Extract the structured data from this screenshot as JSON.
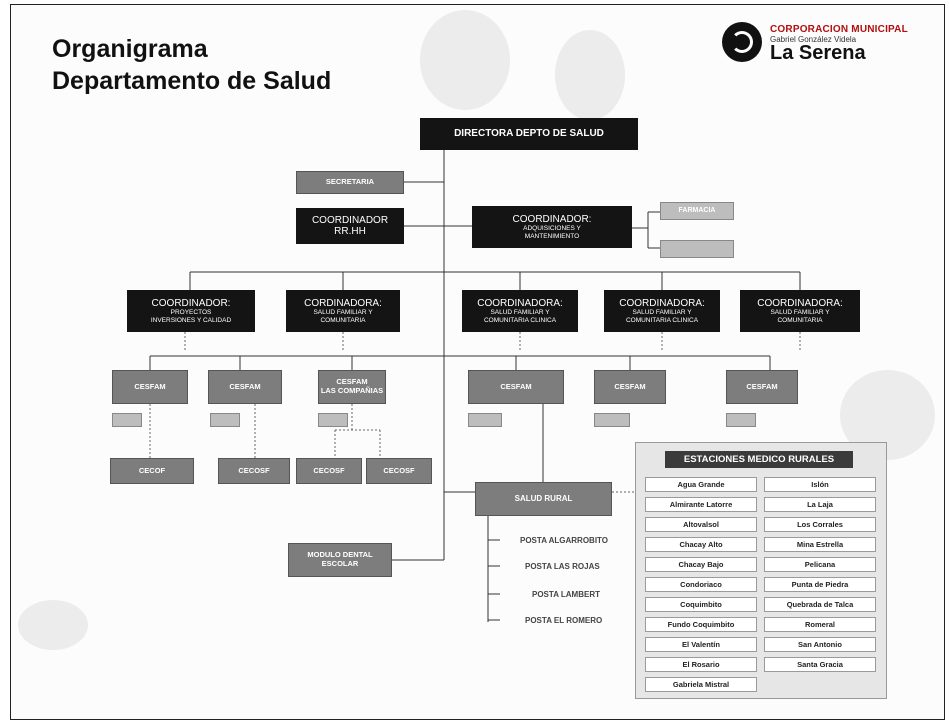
{
  "header": {
    "title_line1": "Organigrama",
    "title_line2": "Departamento de Salud"
  },
  "logo": {
    "line1": "CORPORACION MUNICIPAL",
    "line2": "Gabriel González Videla",
    "line3": "La Serena",
    "icon": "swirl-logo-icon"
  },
  "nodes": {
    "directora": "DIRECTORA DEPTO DE SALUD",
    "secretaria": "SECRETARIA",
    "coord_rrhh": {
      "l1": "COORDINADOR",
      "l2": "RR.HH"
    },
    "coord_adq": {
      "l1": "COORDINADOR:",
      "l2": "ADQUISICIONES Y",
      "l3": "MANTENIMIENTO"
    },
    "farmacia": "FARMACIA",
    "coord_proyectos": {
      "l1": "COORDINADOR:",
      "l2": "PROYECTOS",
      "l3": "INVERSIONES Y CALIDAD"
    },
    "coordinadora_1": {
      "l1": "CORDINADORA:",
      "l2": "SALUD FAMILIAR Y",
      "l3": "COMUNITARIA"
    },
    "coordinadora_2": {
      "l1": "COORDINADORA:",
      "l2": "SALUD FAMILIAR Y",
      "l3": "COMUNITARIA CLINICA"
    },
    "coordinadora_3": {
      "l1": "COORDINADORA:",
      "l2": "SALUD FAMILIAR Y",
      "l3": "COMUNITARIA CLINICA"
    },
    "coordinadora_4": {
      "l1": "COORDINADORA:",
      "l2": "SALUD FAMILIAR Y",
      "l3": "COMUNITARIA"
    },
    "cesfam_1": {
      "l1": "CESFAM"
    },
    "cesfam_2": {
      "l1": "CESFAM"
    },
    "cesfam_3": {
      "l1": "CESFAM",
      "l2": "LAS COMPAÑIAS"
    },
    "cesfam_4": {
      "l1": "CESFAM"
    },
    "cesfam_5": {
      "l1": "CESFAM"
    },
    "cesfam_6": {
      "l1": "CESFAM"
    },
    "ceccom_1": "CECOF",
    "ceccom_2": "CECOSF",
    "ceccom_3": "CECOSF",
    "ceccom_4": "CECOSF",
    "salud_rural": "SALUD RURAL",
    "modulo_dental": {
      "l1": "MODULO DENTAL",
      "l2": "ESCOLAR"
    }
  },
  "postas": [
    "POSTA ALGARROBITO",
    "POSTA LAS ROJAS",
    "POSTA LAMBERT",
    "POSTA EL ROMERO"
  ],
  "estaciones": {
    "title": "ESTACIONES MEDICO RURALES",
    "left": [
      "Agua Grande",
      "Almirante Latorre",
      "Altovalsol",
      "Chacay Alto",
      "Chacay Bajo",
      "Condoriaco",
      "Coquimbito",
      "Fundo Coquimbito",
      "El Valentín",
      "El Rosario",
      "Gabriela Mistral"
    ],
    "right": [
      "Islón",
      "La Laja",
      "Los Corrales",
      "Mina Estrella",
      "Pelicana",
      "Punta de Piedra",
      "Quebrada de Talca",
      "Romeral",
      "San Antonio",
      "Santa Gracia"
    ]
  }
}
